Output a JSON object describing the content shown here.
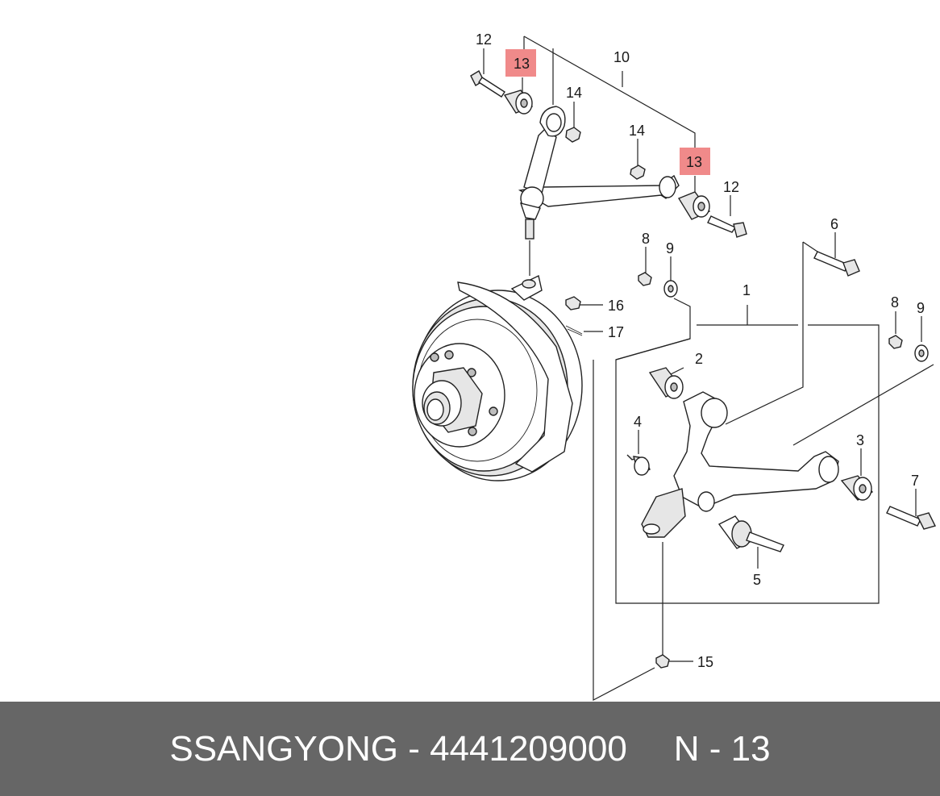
{
  "diagram": {
    "callouts": {
      "c1": "1",
      "c2": "2",
      "c3": "3",
      "c4": "4",
      "c5": "5",
      "c6": "6",
      "c7": "7",
      "c8a": "8",
      "c8b": "8",
      "c9a": "9",
      "c9b": "9",
      "c10": "10",
      "c12a": "12",
      "c12b": "12",
      "c13a": "13",
      "c13b": "13",
      "c14a": "14",
      "c14b": "14",
      "c15": "15",
      "c16": "16",
      "c17": "17"
    },
    "highlight_color": "#f08a8a"
  },
  "footer": {
    "brand_part": "SSANGYONG - 4441209000",
    "ref": "N - 13",
    "background": "#666666"
  }
}
